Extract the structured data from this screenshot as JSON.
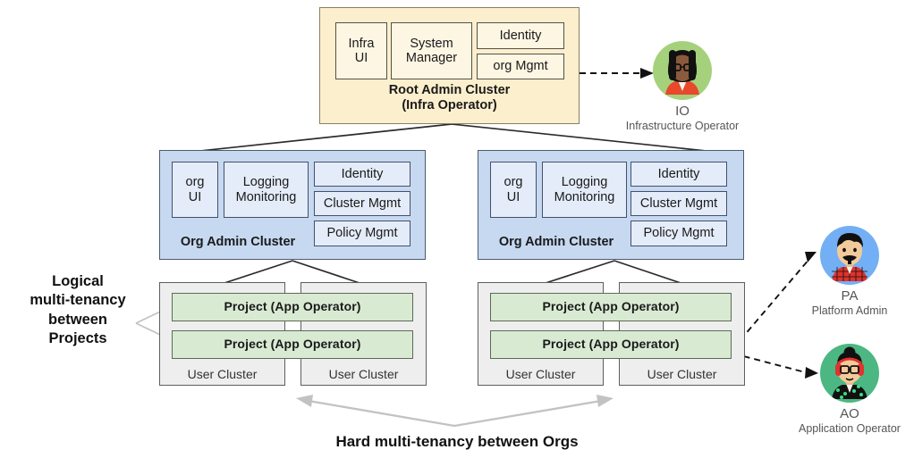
{
  "diagram": {
    "root_cluster": {
      "caption_line1": "Root Admin Cluster",
      "caption_line2": "(Infra Operator)",
      "tiles": [
        {
          "label": "Infra\nUI",
          "name": "infra-ui"
        },
        {
          "label": "System\nManager",
          "name": "system-manager"
        },
        {
          "label": "Identity",
          "name": "identity"
        },
        {
          "label": "org Mgmt",
          "name": "org-mgmt"
        }
      ]
    },
    "org_clusters": [
      {
        "caption": "Org Admin Cluster",
        "tiles": [
          {
            "label": "org\nUI"
          },
          {
            "label": "Logging\nMonitoring"
          },
          {
            "label": "Identity"
          },
          {
            "label": "Cluster Mgmt"
          },
          {
            "label": "Policy Mgmt"
          }
        ],
        "projects": [
          "Project (App Operator)",
          "Project (App Operator)"
        ],
        "user_clusters": [
          "User Cluster",
          "User Cluster"
        ]
      },
      {
        "caption": "Org Admin Cluster",
        "tiles": [
          {
            "label": "org\nUI"
          },
          {
            "label": "Logging\nMonitoring"
          },
          {
            "label": "Identity"
          },
          {
            "label": "Cluster Mgmt"
          },
          {
            "label": "Policy Mgmt"
          }
        ],
        "projects": [
          "Project (App Operator)",
          "Project  (App Operator)"
        ],
        "user_clusters": [
          "User Cluster",
          "User Cluster"
        ]
      }
    ],
    "side_note": "Logical\nmulti-tenancy\nbetween\nProjects",
    "bottom_caption": "Hard multi-tenancy between Orgs",
    "personas": [
      {
        "initials": "IO",
        "role": "Infrastructure Operator",
        "circle_color": "#a5d17d",
        "avatar_name": "avatar-infra-operator"
      },
      {
        "initials": "PA",
        "role": "Platform Admin",
        "circle_color": "#73aff4",
        "avatar_name": "avatar-platform-admin"
      },
      {
        "initials": "AO",
        "role": "Application Operator",
        "circle_color": "#4cb782",
        "avatar_name": "avatar-application-operator"
      }
    ],
    "colors": {
      "root_fill": "#fcefcd",
      "org_fill": "#c6d9f1",
      "project_fill": "#d9ead3",
      "user_cluster_fill": "#eeeeee",
      "connector": "#2b2b2b",
      "soft_arrow": "#c2c2c2"
    }
  }
}
